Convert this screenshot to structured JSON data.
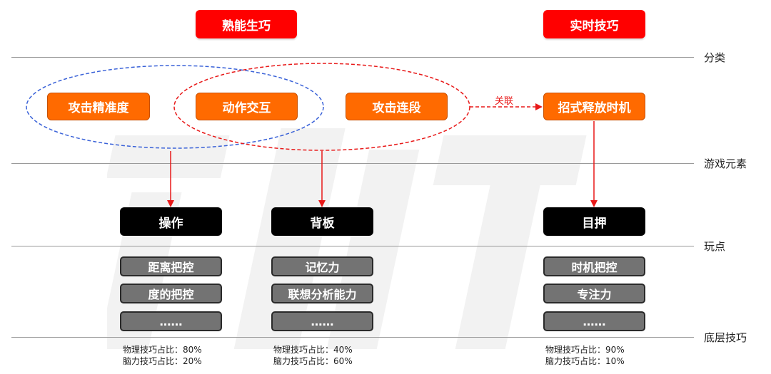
{
  "top_categories": {
    "left": "熟能生巧",
    "right": "实时技巧"
  },
  "row_labels": {
    "category": "分类",
    "game_elements": "游戏元素",
    "play_points": "玩点",
    "base_skills": "底层技巧"
  },
  "game_elements": {
    "accuracy": "攻击精准度",
    "interaction": "动作交互",
    "combo": "攻击连段",
    "timing": "招式释放时机"
  },
  "relation_label": "关联",
  "play_points": {
    "operation": "操作",
    "memorize": "背板",
    "target": "目押"
  },
  "skills": {
    "operation": [
      "距离把控",
      "度的把控",
      "……"
    ],
    "memorize": [
      "记忆力",
      "联想分析能力",
      "……"
    ],
    "target": [
      "时机把控",
      "专注力",
      "……"
    ]
  },
  "stats": {
    "operation": [
      "物理技巧占比：80%",
      "脑力技巧占比：20%"
    ],
    "memorize": [
      "物理技巧占比：40%",
      "脑力技巧占比：60%"
    ],
    "target": [
      "物理技巧占比：90%",
      "脑力技巧占比：10%"
    ]
  },
  "colors": {
    "top_red": "#ff0000",
    "element_orange": "#ff6a00",
    "play_black": "#000000",
    "skill_gray": "#737373",
    "blue_dash": "#3a62d8",
    "red_dash": "#e81919"
  }
}
